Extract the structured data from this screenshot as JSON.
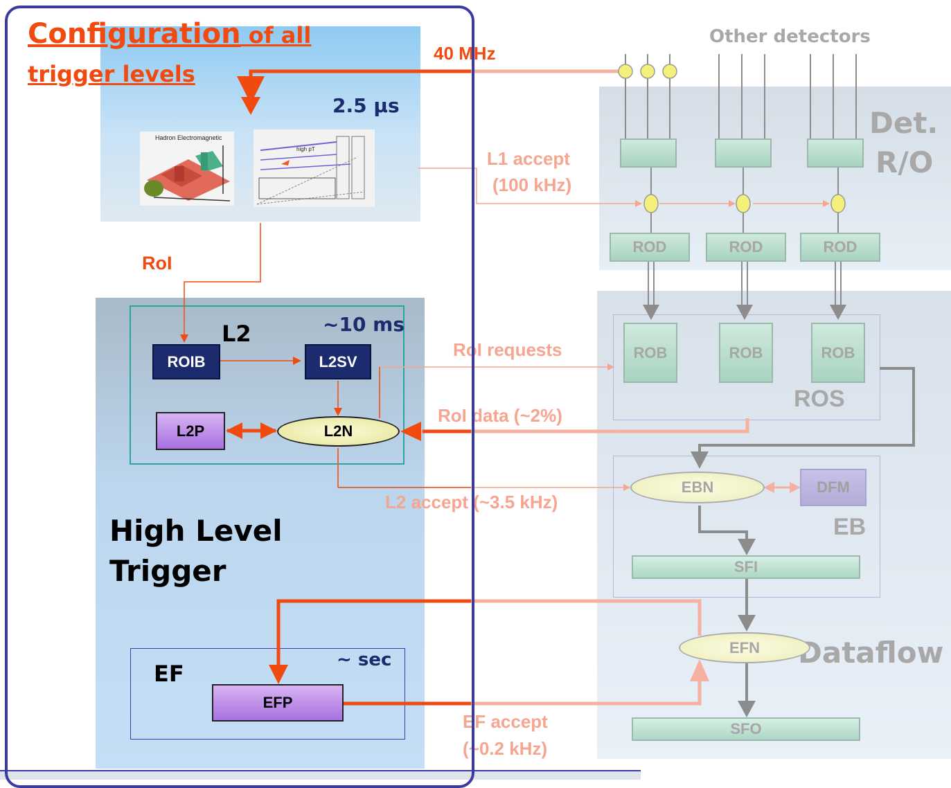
{
  "title": {
    "line1a": "Configuration",
    "line1b": " of all",
    "line2": "trigger levels"
  },
  "l1": {
    "rate": "40 MHz",
    "latency": "2.5 µs",
    "calo_caption": "Hadron Electromagnetic",
    "muon_caption": "high pT"
  },
  "labels": {
    "roi": "RoI",
    "l1_accept_1": "L1 accept",
    "l1_accept_2": "(100 kHz)",
    "roi_requests": "RoI requests",
    "roi_data": "RoI data (~2%)",
    "l2_accept": "L2 accept (~3.5 kHz)",
    "ef_accept_1": "EF accept",
    "ef_accept_2": "(~0.2 kHz)",
    "other_detectors": "Other detectors"
  },
  "l2": {
    "name": "L2",
    "latency": "~10 ms",
    "roib": "ROIB",
    "l2sv": "L2SV",
    "l2p": "L2P",
    "l2n": "L2N"
  },
  "hlt": {
    "line1": "High Level",
    "line2": "Trigger"
  },
  "ef": {
    "name": "EF",
    "latency": "~ sec",
    "efp": "EFP"
  },
  "readout": {
    "det_ro_1": "Det.",
    "det_ro_2": "R/O",
    "rod": [
      "ROD",
      "ROD",
      "ROD"
    ],
    "rob": [
      "ROB",
      "ROB",
      "ROB"
    ],
    "ros": "ROS"
  },
  "eb": {
    "ebn": "EBN",
    "dfm": "DFM",
    "name": "EB",
    "sfi": "SFI"
  },
  "dataflow": {
    "efn": "EFN",
    "name": "Dataflow",
    "sfo": "SFO"
  },
  "colors": {
    "accent": "#f04a10",
    "faded": "#f5a590",
    "frame": "#3a3aa0",
    "navy": "#1c2a6e"
  }
}
